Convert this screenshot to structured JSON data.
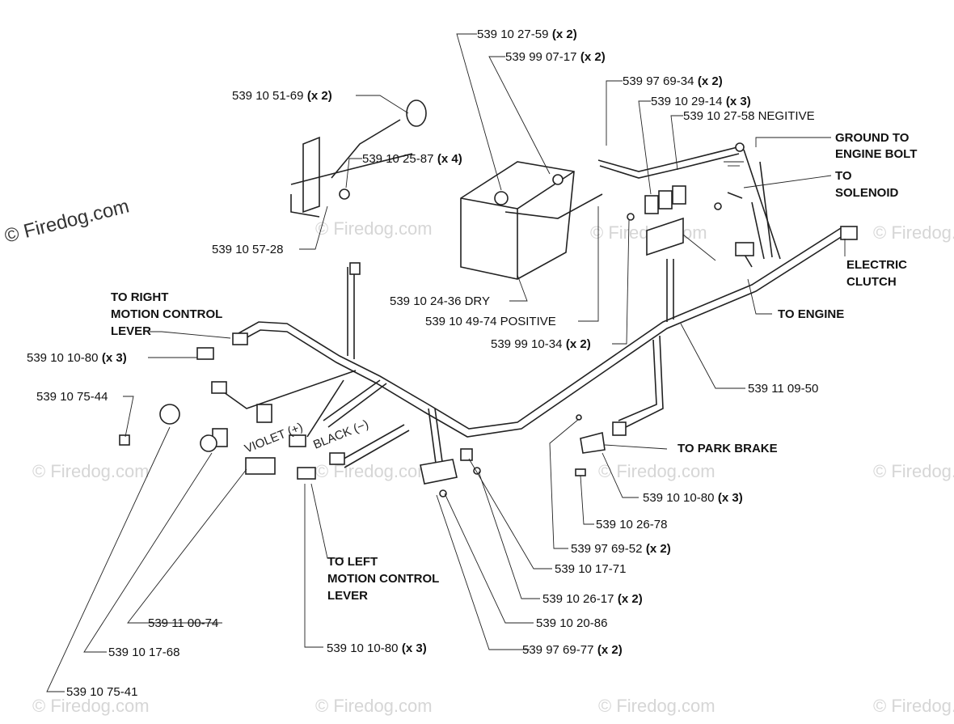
{
  "watermark": "© Firedog.com",
  "wire_colors": {
    "violet": "VIOLET (+)",
    "black": "BLACK (−)"
  },
  "callouts": [
    {
      "part": "539 10 27-59",
      "qty": "(x 2)"
    },
    {
      "part": "539 99 07-17",
      "qty": "(x 2)"
    },
    {
      "part": "539 97 69-34",
      "qty": "(x 2)"
    },
    {
      "part": "539 10 29-14",
      "qty": "(x 3)"
    },
    {
      "part": "539 10 27-58 NEGITIVE",
      "qty": ""
    },
    {
      "part": "539 10 51-69",
      "qty": "(x 2)"
    },
    {
      "part": "539 10 25-87",
      "qty": "(x 4)"
    },
    {
      "part": "539 10 57-28",
      "qty": ""
    },
    {
      "part": "539 10 24-36 DRY",
      "qty": ""
    },
    {
      "part": "539 10 49-74 POSITIVE",
      "qty": ""
    },
    {
      "part": "539 99 10-34",
      "qty": "(x 2)"
    },
    {
      "part": "539 10 10-80",
      "qty": "(x 3)"
    },
    {
      "part": "539 10 75-44",
      "qty": ""
    },
    {
      "part": "539 11 09-50",
      "qty": ""
    },
    {
      "part": "539 10 10-80",
      "qty": "(x 3)"
    },
    {
      "part": "539 10 26-78",
      "qty": ""
    },
    {
      "part": "539 97 69-52",
      "qty": "(x 2)"
    },
    {
      "part": "539 10 17-71",
      "qty": ""
    },
    {
      "part": "539 10 26-17",
      "qty": "(x 2)"
    },
    {
      "part": "539 11 00-74",
      "qty": ""
    },
    {
      "part": "539 10 20-86",
      "qty": ""
    },
    {
      "part": "539 10 10-80",
      "qty": "(x 3)"
    },
    {
      "part": "539 97 69-77",
      "qty": "(x 2)"
    },
    {
      "part": "539 10 17-68",
      "qty": ""
    },
    {
      "part": "539 10 75-41",
      "qty": ""
    }
  ],
  "destinations": {
    "ground_1": "GROUND TO",
    "ground_2": "ENGINE BOLT",
    "solenoid_1": "TO",
    "solenoid_2": "SOLENOID",
    "clutch_1": "ELECTRIC",
    "clutch_2": "CLUTCH",
    "engine": "TO ENGINE",
    "right_1": "TO RIGHT",
    "right_2": "MOTION CONTROL",
    "right_3": "LEVER",
    "park_brake": "TO PARK BRAKE",
    "left_1": "TO LEFT",
    "left_2": "MOTION CONTROL",
    "left_3": "LEVER"
  }
}
